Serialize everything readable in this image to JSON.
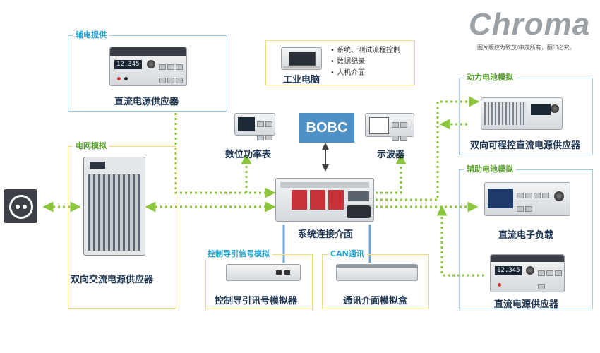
{
  "brand": {
    "logo_text": "Chroma",
    "copyright": "图片版权为致茂/中茂所有，翻印必究。"
  },
  "pc": {
    "label": "工业电脑",
    "bullets": [
      "系统、测试流程控制",
      "数据纪录",
      "人机介面"
    ]
  },
  "aux_supply": {
    "tag": "辅电提供",
    "label": "直流电源供应器",
    "display": "12.345"
  },
  "grid_sim": {
    "tag": "电网模拟",
    "label": "双向交流电源供应器"
  },
  "power_meter": {
    "label": "数位功率表"
  },
  "bobc": {
    "label": "BOBC"
  },
  "scope": {
    "label": "示波器"
  },
  "power_battery": {
    "tag": "动力电池模拟",
    "label": "双向可程控直流电源供应器"
  },
  "aux_battery": {
    "tag": "辅助电池模拟",
    "load_label": "直流电子负载",
    "supply_label": "直流电源供应器",
    "supply_display": "12.345"
  },
  "system_interface": {
    "label": "系统连接介面"
  },
  "pilot": {
    "tag": "控制导引信号模拟",
    "label": "控制导引讯号模拟器"
  },
  "can": {
    "tag": "CAN通讯",
    "label": "通讯介面模拟盒"
  },
  "colors": {
    "green_connector": "#8cc63f",
    "blue_line": "#6fa6d6",
    "box_blue": "#9ecfe6",
    "box_yellow": "#f1dc7a",
    "label_text": "#1d3552",
    "bobc_bg": "#4d90c5"
  },
  "icons": [
    "outlet-icon",
    "arrow-icon"
  ]
}
